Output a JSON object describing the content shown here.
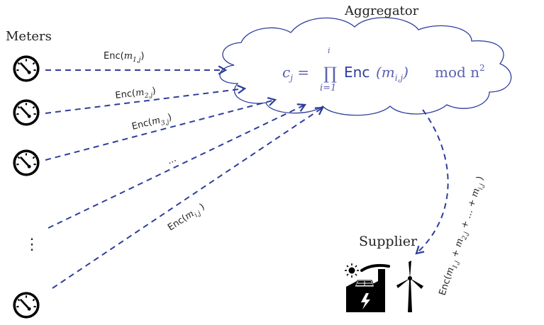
{
  "labels": {
    "meters": "Meters",
    "aggregator": "Aggregator",
    "supplier": "Supplier"
  },
  "edge_labels": {
    "m1": [
      "Enc(",
      "m",
      "1,j",
      ")"
    ],
    "m2": [
      "Enc(",
      "m",
      "2,j",
      ")"
    ],
    "m3": [
      "Enc(",
      "m",
      "3,j",
      ")"
    ],
    "dots": "...",
    "mi": [
      "Enc(",
      "m",
      "i,j",
      " )"
    ],
    "sum": [
      "Enc(",
      "m",
      "1,j",
      " + ",
      "m",
      "2,j",
      " + ... + ",
      "m",
      "i,j",
      " )"
    ]
  },
  "formula": {
    "lhs": "c",
    "lhs_sub": "j",
    "eq": " = ",
    "prod": "∏",
    "prod_upper": "i",
    "prod_lower": "i=1",
    "enc": "Enc",
    "arg": "(m",
    "arg_sub": "i,j",
    "arg_close": ")",
    "mod": "mod n",
    "mod_sup": "2"
  },
  "vertical_dots": "⋮",
  "colors": {
    "arrow": "#2e3e9c",
    "cloud": "#2e3e9c",
    "formula": "#5a5fb0",
    "enc": "#2e3e9c",
    "text": "#222222",
    "meter": "#000000"
  }
}
